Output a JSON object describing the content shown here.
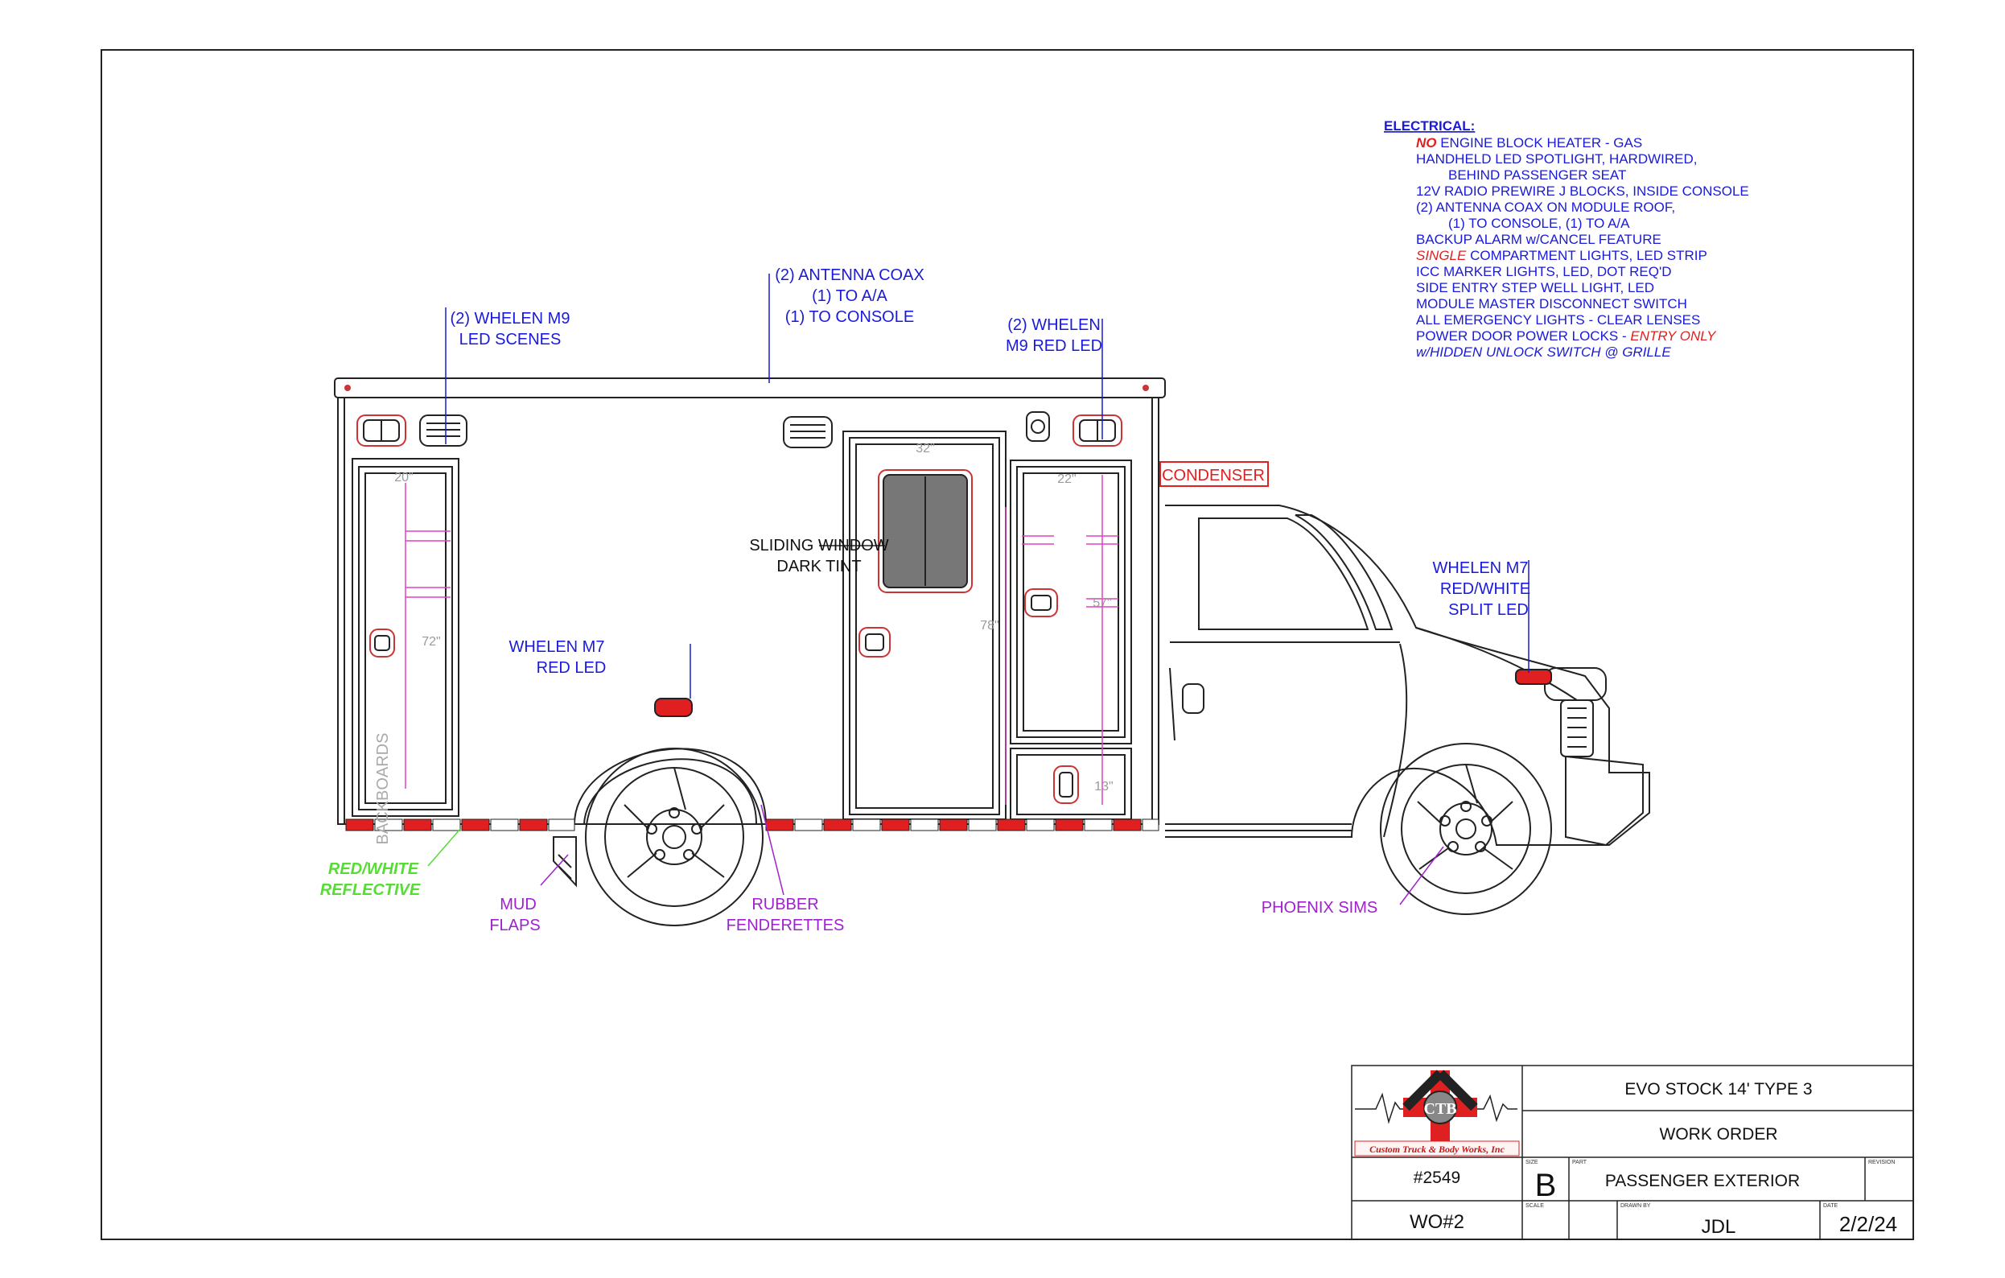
{
  "electrical": {
    "heading": "ELECTRICAL:",
    "lines": [
      {
        "pre": "NO",
        "text": " ENGINE BLOCK HEATER - GAS",
        "post": ""
      },
      {
        "pre": "",
        "text": "HANDHELD LED SPOTLIGHT, HARDWIRED,",
        "post": ""
      },
      {
        "pre": "",
        "text": "BEHIND PASSENGER SEAT",
        "post": ""
      },
      {
        "pre": "",
        "text": "12V RADIO PREWIRE J BLOCKS, INSIDE CONSOLE",
        "post": ""
      },
      {
        "pre": "",
        "text": "(2) ANTENNA COAX ON MODULE ROOF,",
        "post": ""
      },
      {
        "pre": "",
        "text": "(1) TO CONSOLE, (1) TO A/A",
        "post": ""
      },
      {
        "pre": "",
        "text": "BACKUP ALARM w/CANCEL FEATURE",
        "post": ""
      },
      {
        "pre": "SINGLE",
        "text": " COMPARTMENT LIGHTS, LED STRIP",
        "post": ""
      },
      {
        "pre": "",
        "text": "ICC MARKER LIGHTS, LED, DOT REQ'D",
        "post": ""
      },
      {
        "pre": "",
        "text": "SIDE ENTRY STEP WELL LIGHT, LED",
        "post": ""
      },
      {
        "pre": "",
        "text": "MODULE MASTER DISCONNECT SWITCH",
        "post": ""
      },
      {
        "pre": "",
        "text": "ALL EMERGENCY LIGHTS - CLEAR LENSES",
        "post": ""
      },
      {
        "pre": "",
        "text": "POWER DOOR POWER LOCKS - ",
        "post": "ENTRY ONLY"
      },
      {
        "pre": "",
        "text": "w/HIDDEN UNLOCK SWITCH @ GRILLE",
        "post": ""
      }
    ]
  },
  "callouts": {
    "whelen_m9_scenes": [
      "(2) WHELEN M9",
      "LED SCENES"
    ],
    "antenna_coax": [
      "(2) ANTENNA COAX",
      "(1) TO A/A",
      "(1) TO CONSOLE"
    ],
    "whelen_m9_red": [
      "(2) WHELEN",
      "M9 RED LED"
    ],
    "condenser": "CONDENSER",
    "sliding_window": [
      "SLIDING WINDOW",
      "DARK TINT"
    ],
    "whelen_m7_red": [
      "WHELEN M7",
      "RED LED"
    ],
    "whelen_m7_split": [
      "WHELEN M7",
      "RED/WHITE",
      "SPLIT LED"
    ],
    "reflective": [
      "RED/WHITE",
      "REFLECTIVE"
    ],
    "mud_flaps": [
      "MUD",
      "FLAPS"
    ],
    "fenderettes": [
      "RUBBER",
      "FENDERETTES"
    ],
    "phoenix_sims": "PHOENIX SIMS",
    "backboards": "BACKBOARDS"
  },
  "dimensions": {
    "d20": "20\"",
    "d72": "72\"",
    "d32": "32\"",
    "d78": "78\"",
    "d22": "22\"",
    "d57": "57\"",
    "d13": "13\""
  },
  "title_block": {
    "logo_text": "Custom Truck & Body Works, Inc",
    "title": "EVO STOCK 14' TYPE 3",
    "subtitle": "WORK ORDER",
    "job_number": "#2549",
    "size_label": "SIZE",
    "size": "B",
    "part_label": "PART",
    "part": "PASSENGER EXTERIOR",
    "revision_label": "REVISION",
    "wo": "WO#2",
    "scale_label": "SCALE",
    "drawn_by_label": "DRAWN BY",
    "drawn_by": "JDL",
    "date_label": "DATE",
    "date": "2/2/24"
  },
  "colors": {
    "annotation_blue": "#1a1ad9",
    "annotation_purple": "#a020d0",
    "annotation_green": "#55dd33",
    "annotation_red": "#e02020",
    "dimension_magenta": "#e040c0"
  }
}
